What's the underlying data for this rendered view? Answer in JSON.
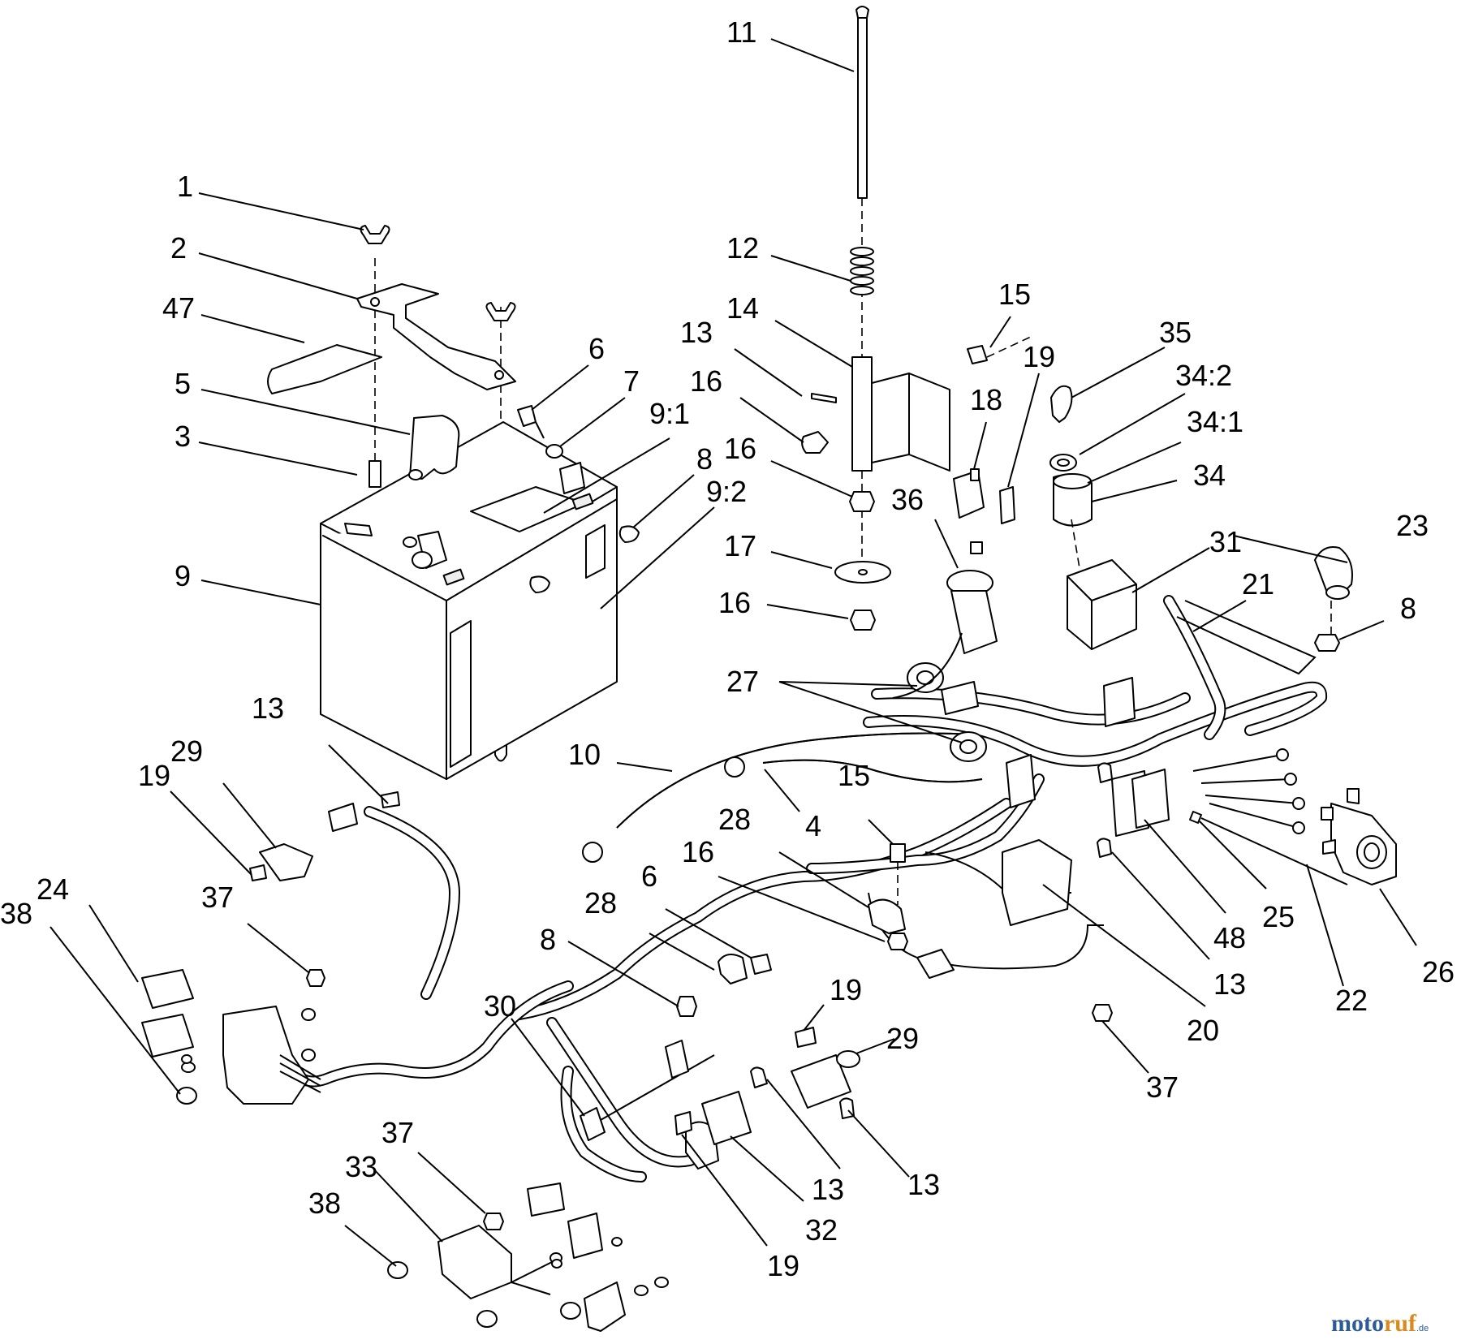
{
  "callouts": [
    {
      "id": "c-1",
      "label": "1"
    },
    {
      "id": "c-2",
      "label": "2"
    },
    {
      "id": "c-47",
      "label": "47"
    },
    {
      "id": "c-5",
      "label": "5"
    },
    {
      "id": "c-3",
      "label": "3"
    },
    {
      "id": "c-9",
      "label": "9"
    },
    {
      "id": "c-6a",
      "label": "6"
    },
    {
      "id": "c-7",
      "label": "7"
    },
    {
      "id": "c-9-1",
      "label": "9:1"
    },
    {
      "id": "c-8a",
      "label": "8"
    },
    {
      "id": "c-9-2",
      "label": "9:2"
    },
    {
      "id": "c-11",
      "label": "11"
    },
    {
      "id": "c-12",
      "label": "12"
    },
    {
      "id": "c-14",
      "label": "14"
    },
    {
      "id": "c-13a",
      "label": "13"
    },
    {
      "id": "c-16a",
      "label": "16"
    },
    {
      "id": "c-16b",
      "label": "16"
    },
    {
      "id": "c-17",
      "label": "17"
    },
    {
      "id": "c-16c",
      "label": "16"
    },
    {
      "id": "c-15a",
      "label": "15"
    },
    {
      "id": "c-19a",
      "label": "19"
    },
    {
      "id": "c-18",
      "label": "18"
    },
    {
      "id": "c-36",
      "label": "36"
    },
    {
      "id": "c-35",
      "label": "35"
    },
    {
      "id": "c-34-2",
      "label": "34:2"
    },
    {
      "id": "c-34-1",
      "label": "34:1"
    },
    {
      "id": "c-34",
      "label": "34"
    },
    {
      "id": "c-31",
      "label": "31"
    },
    {
      "id": "c-23",
      "label": "23"
    },
    {
      "id": "c-21",
      "label": "21"
    },
    {
      "id": "c-8b",
      "label": "8"
    },
    {
      "id": "c-27",
      "label": "27"
    },
    {
      "id": "c-10",
      "label": "10"
    },
    {
      "id": "c-4",
      "label": "4"
    },
    {
      "id": "c-15b",
      "label": "15"
    },
    {
      "id": "c-28a",
      "label": "28"
    },
    {
      "id": "c-16d",
      "label": "16"
    },
    {
      "id": "c-6b",
      "label": "6"
    },
    {
      "id": "c-28b",
      "label": "28"
    },
    {
      "id": "c-8c",
      "label": "8"
    },
    {
      "id": "c-13b",
      "label": "13"
    },
    {
      "id": "c-19b",
      "label": "19"
    },
    {
      "id": "c-29a",
      "label": "29"
    },
    {
      "id": "c-24",
      "label": "24"
    },
    {
      "id": "c-38a",
      "label": "38"
    },
    {
      "id": "c-37a",
      "label": "37"
    },
    {
      "id": "c-30",
      "label": "30"
    },
    {
      "id": "c-37b",
      "label": "37"
    },
    {
      "id": "c-33",
      "label": "33"
    },
    {
      "id": "c-38b",
      "label": "38"
    },
    {
      "id": "c-19c",
      "label": "19"
    },
    {
      "id": "c-29b",
      "label": "29"
    },
    {
      "id": "c-13c",
      "label": "13"
    },
    {
      "id": "c-13d",
      "label": "13"
    },
    {
      "id": "c-32",
      "label": "32"
    },
    {
      "id": "c-19d",
      "label": "19"
    },
    {
      "id": "c-37c",
      "label": "37"
    },
    {
      "id": "c-20",
      "label": "20"
    },
    {
      "id": "c-13e",
      "label": "13"
    },
    {
      "id": "c-48",
      "label": "48"
    },
    {
      "id": "c-25",
      "label": "25"
    },
    {
      "id": "c-22",
      "label": "22"
    },
    {
      "id": "c-26",
      "label": "26"
    }
  ],
  "watermark": {
    "part1": "moto",
    "part2": "ruf",
    "suffix": ".de"
  }
}
